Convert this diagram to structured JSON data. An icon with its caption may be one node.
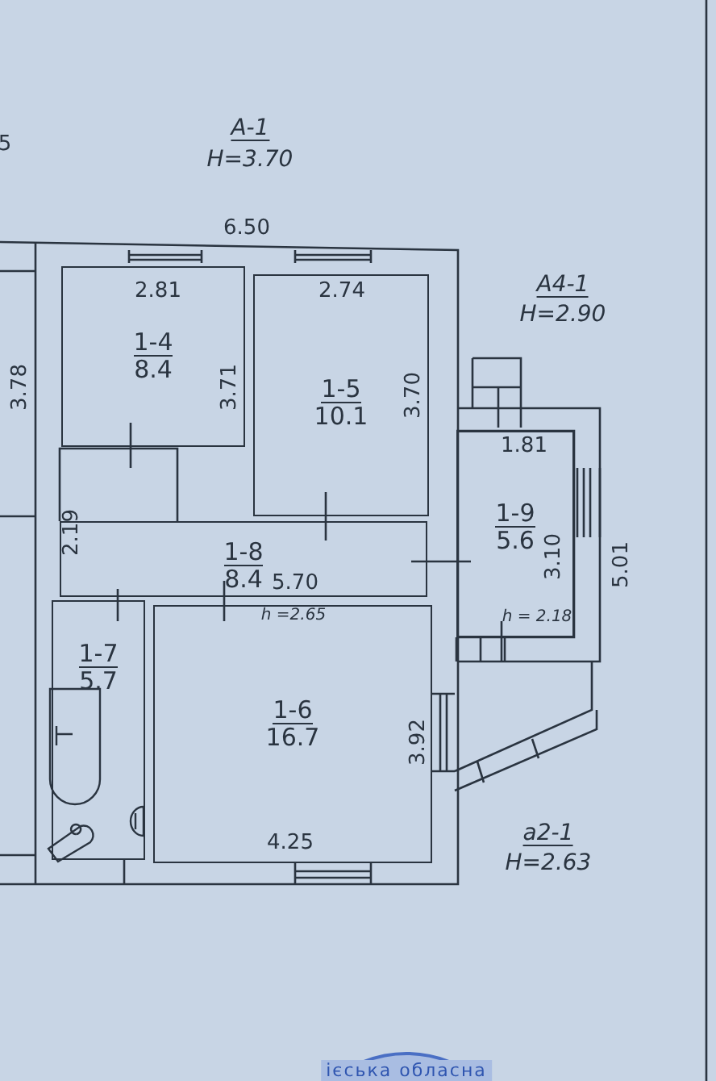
{
  "diagram": {
    "nodes": [
      {
        "text": [
          "1-4",
          "8.4"
        ]
      },
      {
        "text": [
          "1-5",
          "10.1"
        ]
      },
      {
        "text": [
          "1-8",
          "8.4"
        ]
      },
      {
        "text": [
          "1-9",
          "5.6"
        ]
      },
      {
        "text": [
          "1-7",
          "5.7"
        ]
      },
      {
        "text": [
          "1-6",
          "16.7"
        ]
      }
    ],
    "edges": [],
    "labels": [
      "5",
      "A-1",
      "H=3.70",
      "6.50",
      "2.81",
      "2.74",
      "A4-1",
      "H=2.90",
      "3.78",
      "3.71",
      "3.70",
      "1.81",
      "2.19",
      "5.70",
      "h =2.65",
      "3.10",
      "5.01",
      "h = 2.18",
      "3.92",
      "4.25",
      "a2-1",
      "H=2.63",
      "ієська обласна"
    ]
  }
}
